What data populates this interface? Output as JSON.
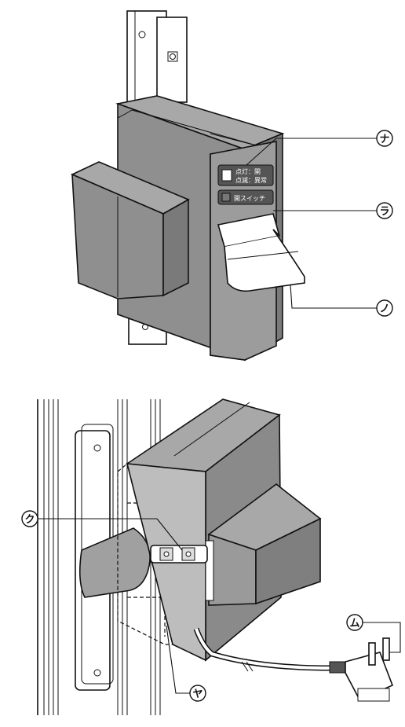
{
  "callouts": {
    "na": "ナ",
    "ra": "ラ",
    "no": "ノ",
    "ku": "ク",
    "ya": "ヤ",
    "mu": "ム"
  },
  "panel": {
    "lamp_line1": "点灯：開",
    "lamp_line2": "点滅：異常",
    "switch_label": "開スイッチ"
  },
  "colors": {
    "body": "#8f8f8f",
    "body_dark": "#6f6f6f",
    "body_light": "#a8a8a8",
    "panel_badge": "#555555",
    "line": "#111111"
  }
}
